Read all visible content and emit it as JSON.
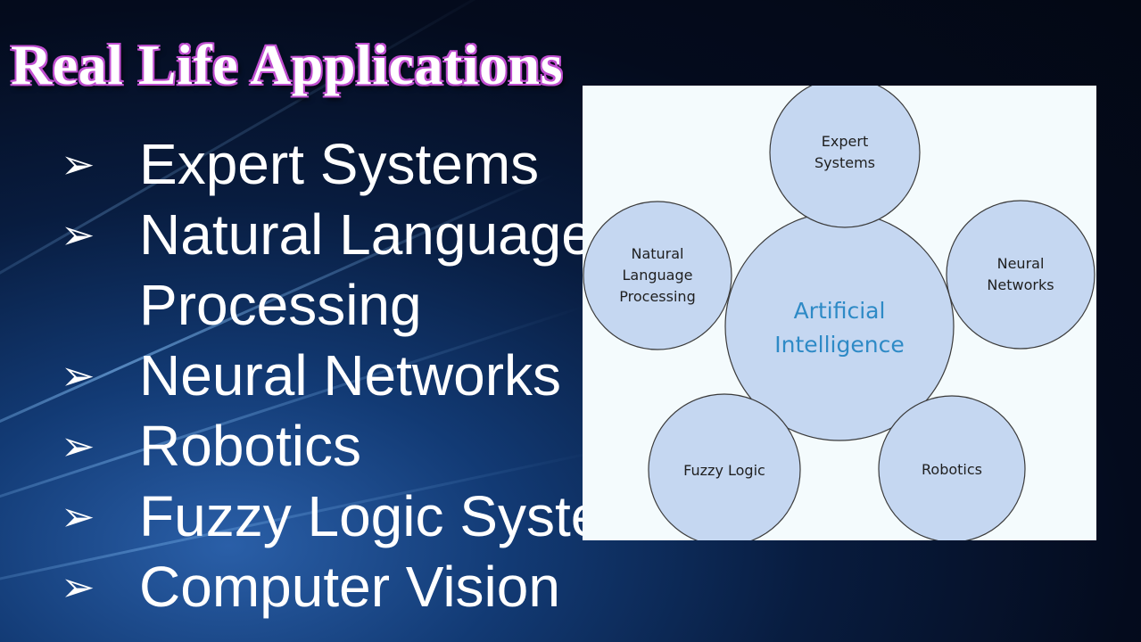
{
  "slide": {
    "title": "Real Life Applications",
    "bullet_icon": "arrow-bullet-icon",
    "bullets": [
      "Expert Systems",
      "Natural Language Processing",
      "Neural Networks",
      "Robotics",
      "Fuzzy Logic Systems",
      "Computer Vision"
    ]
  },
  "diagram": {
    "center": {
      "lines": [
        "Artificial",
        "Intelligence"
      ]
    },
    "nodes": [
      {
        "id": "expert",
        "lines": [
          "Expert",
          "Systems"
        ]
      },
      {
        "id": "nlp",
        "lines": [
          "Natural",
          "Language",
          "Processing"
        ]
      },
      {
        "id": "neural",
        "lines": [
          "Neural",
          "Networks"
        ]
      },
      {
        "id": "fuzzy",
        "lines": [
          "Fuzzy Logic"
        ]
      },
      {
        "id": "robotics",
        "lines": [
          "Robotics"
        ]
      }
    ],
    "colors": {
      "circle_fill": "#c5d7f1",
      "center_text": "#2e8ac6",
      "panel_bg": "#f4fbfd",
      "title_outline": "#c04fd0"
    }
  }
}
